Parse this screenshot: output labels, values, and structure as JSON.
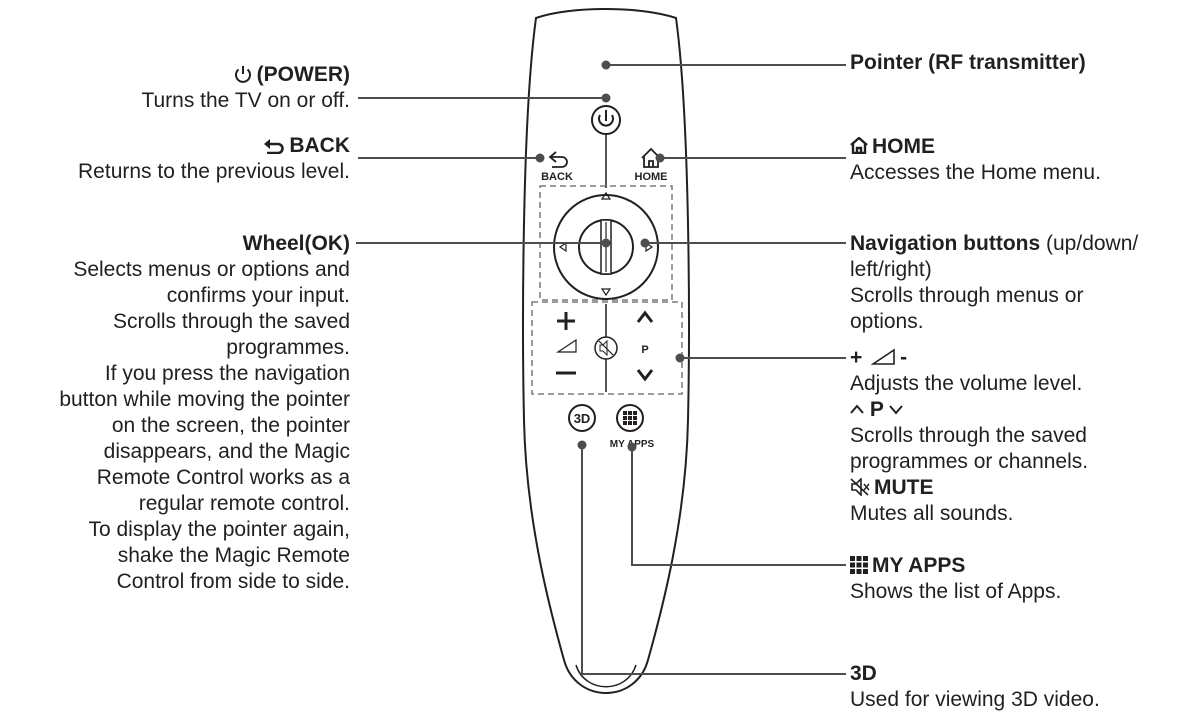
{
  "remote": {
    "back_label": "BACK",
    "home_label": "HOME",
    "p_label": "P",
    "threed_label": "3D",
    "myapps_label": "MY APPS"
  },
  "left": {
    "power": {
      "title": "(POWER)",
      "desc": "Turns the TV on or off."
    },
    "back": {
      "title": "BACK",
      "desc": "Returns to the previous level."
    },
    "wheel": {
      "title": "Wheel(OK)",
      "desc": [
        "Selects menus or options and",
        "confirms your input.",
        "Scrolls through the saved",
        "programmes.",
        "If you press the navigation",
        "button while moving the pointer",
        "on the screen, the pointer",
        "disappears, and the Magic",
        "Remote Control works as a",
        "regular remote control.",
        "To display the pointer again,",
        "shake the Magic Remote",
        "Control from side to side."
      ]
    }
  },
  "right": {
    "pointer": {
      "title": "Pointer (RF transmitter)"
    },
    "home": {
      "title": "HOME",
      "desc": "Accesses the Home menu."
    },
    "nav": {
      "title": "Navigation buttons",
      "title_suffix": " (up/down/",
      "desc": [
        "left/right)",
        "Scrolls through menus or",
        "options."
      ]
    },
    "volume": {
      "title_plus": "+",
      "title_minus": "-",
      "vol_desc": "Adjusts the volume level.",
      "p_title": "P",
      "p_desc": [
        "Scrolls through the saved",
        "programmes or channels."
      ],
      "mute_title": "MUTE",
      "mute_desc": "Mutes all sounds."
    },
    "myapps": {
      "title": "MY APPS",
      "desc": "Shows the list of Apps."
    },
    "threed": {
      "title": "3D",
      "desc": "Used for viewing 3D video."
    }
  }
}
